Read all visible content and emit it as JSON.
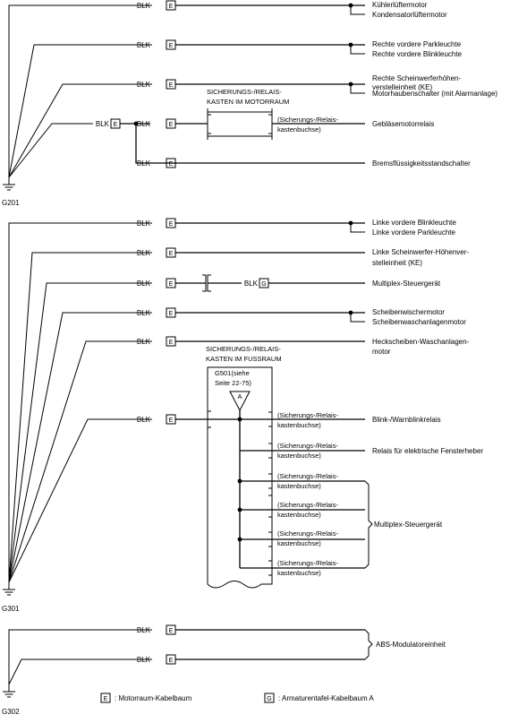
{
  "wire_color": "BLK",
  "connector_e": "E",
  "connector_g": "G",
  "grounds": {
    "g201": "G201",
    "g301": "G301",
    "g302": "G302"
  },
  "fuse_box_engine": [
    "SICHERUNGS-/RELAIS-",
    "KASTEN IM MOTORRAUM"
  ],
  "fuse_box_foot": [
    "SICHERUNGS-/RELAIS-",
    "KASTEN IM FUSSRAUM"
  ],
  "g501_note": [
    "G501(siehe",
    "Seite 22-75)"
  ],
  "terminal_a": "A",
  "socket_label": [
    "(Sicherungs-/Relais-",
    "kastenbuchse)"
  ],
  "components": {
    "c1": [
      "Kühlerlüftermotor",
      "Kondensatorlüftermotor"
    ],
    "c2": [
      "Rechte vordere Parkleuchte",
      "Rechte vordere Blinkleuchte"
    ],
    "c3": [
      "Rechte Scheinwerferhöhen-",
      "verstelleinheit (KE)"
    ],
    "c3b": "Motorhaubenschalter (mit Alarmanlage)",
    "c4": "Gebläsemotorrelais",
    "c5": "Bremsflüssigkeitsstandschalter",
    "c6": [
      "Linke vordere Blinkleuchte",
      "Linke vordere Parkleuchte"
    ],
    "c7": [
      "Linke Scheinwerfer-Höhenver-",
      "stelleinheit (KE)"
    ],
    "c8": "Multiplex-Steuergerät",
    "c9": [
      "Scheibenwischermotor",
      "Scheibenwaschanlagenmotor"
    ],
    "c10": [
      "Heckscheiben-Waschanlagen-",
      "motor"
    ],
    "c11": "Blink-/Warnblinkrelais",
    "c12": "Relais für elektrische Fensterheber",
    "c13": "Multiplex-Steuergerät",
    "c14": "ABS-Modulatoreinheit"
  },
  "legend": {
    "e_symbol": "E",
    "e_text": ": Motorraum-Kabelbaum",
    "g_symbol": "G",
    "g_text": ": Armaturentafel-Kabelbaum A"
  }
}
